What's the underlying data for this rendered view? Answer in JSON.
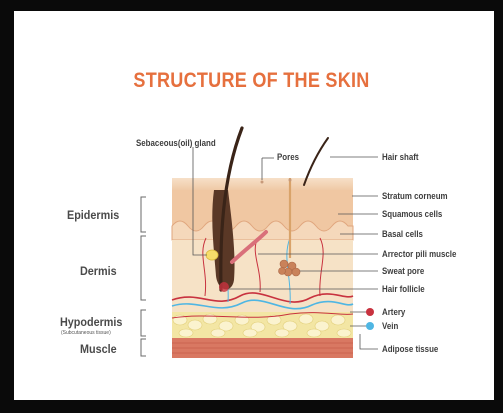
{
  "title": "STRUCTURE OF THE SKIN",
  "layers": {
    "epidermis": "Epidermis",
    "dermis": "Dermis",
    "hypodermis": "Hypodermis",
    "hypodermis_note": "(Subcutaneous tissue)",
    "muscle": "Muscle"
  },
  "labels": {
    "sebaceous_gland": "Sebaceous(oil) gland",
    "pores": "Pores",
    "hair_shaft": "Hair shaft",
    "stratum_corneum": "Stratum corneum",
    "squamous_cells": "Squamous cells",
    "basal_cells": "Basal cells",
    "arrector_pili_muscle": "Arrector pili muscle",
    "sweat_pore": "Sweat pore",
    "hair_follicle": "Hair follicle",
    "artery": "Artery",
    "vein": "Vein",
    "adipose_tissue": "Adipose tissue"
  },
  "colors": {
    "title": "#e6703e",
    "artery": "#c8323f",
    "vein": "#4fb6e3",
    "hair": "#3a2418",
    "skin_surface": "#f4d3b3",
    "muscle": "#d97862",
    "fat": "#f3e6a4"
  }
}
